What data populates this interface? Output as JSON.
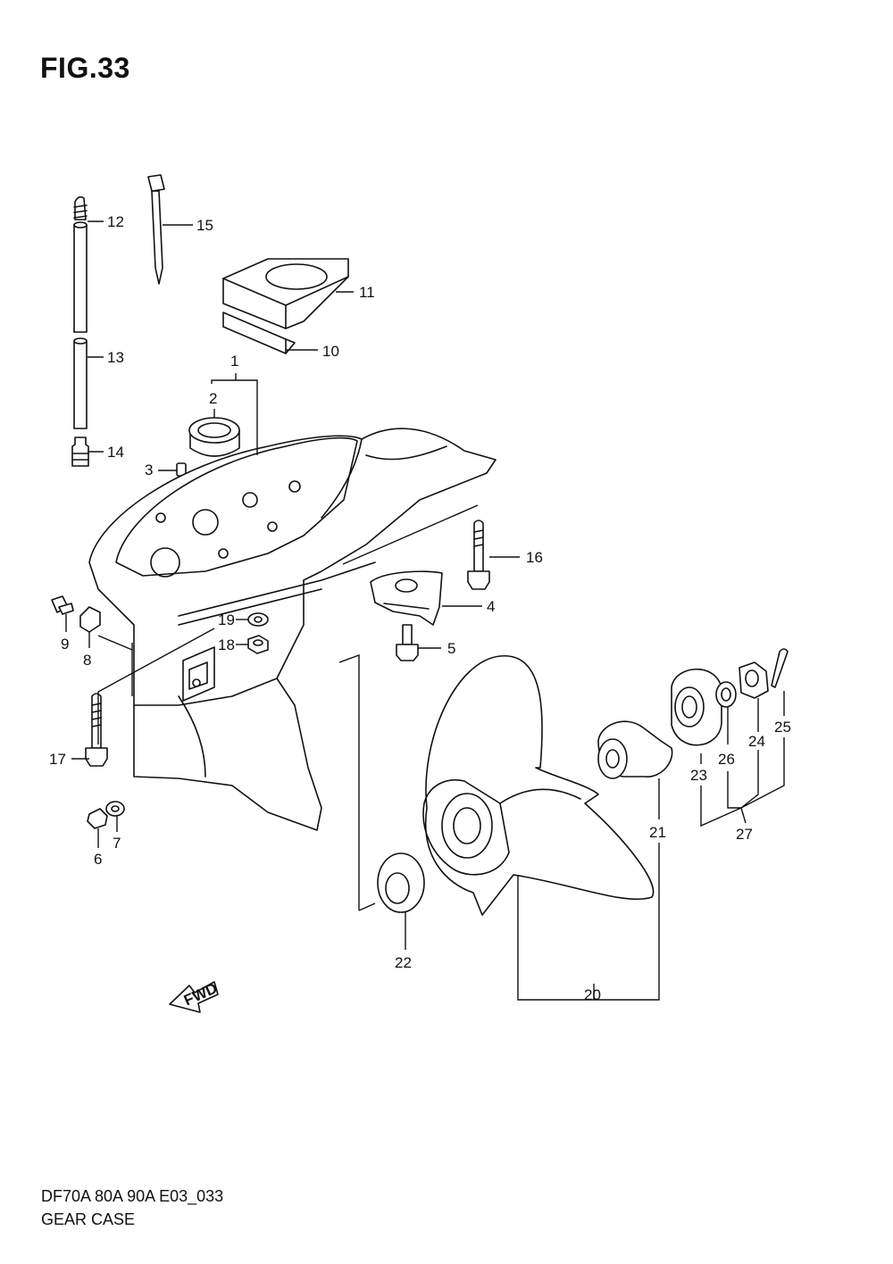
{
  "figure": {
    "title": "FIG.33"
  },
  "footer": {
    "model_code": "DF70A 80A 90A E03_033",
    "part_name": "GEAR CASE"
  },
  "fwd_arrow": {
    "text": "FWD"
  },
  "callouts": [
    {
      "id": "1",
      "text": "1"
    },
    {
      "id": "2",
      "text": "2"
    },
    {
      "id": "3",
      "text": "3"
    },
    {
      "id": "4",
      "text": "4"
    },
    {
      "id": "5",
      "text": "5"
    },
    {
      "id": "6",
      "text": "6"
    },
    {
      "id": "7",
      "text": "7"
    },
    {
      "id": "8",
      "text": "8"
    },
    {
      "id": "9",
      "text": "9"
    },
    {
      "id": "10",
      "text": "10"
    },
    {
      "id": "11",
      "text": "11"
    },
    {
      "id": "12",
      "text": "12"
    },
    {
      "id": "13",
      "text": "13"
    },
    {
      "id": "14",
      "text": "14"
    },
    {
      "id": "15",
      "text": "15"
    },
    {
      "id": "16",
      "text": "16"
    },
    {
      "id": "17",
      "text": "17"
    },
    {
      "id": "18",
      "text": "18"
    },
    {
      "id": "19",
      "text": "19"
    },
    {
      "id": "20",
      "text": "20"
    },
    {
      "id": "21",
      "text": "21"
    },
    {
      "id": "22",
      "text": "22"
    },
    {
      "id": "23",
      "text": "23"
    },
    {
      "id": "24",
      "text": "24"
    },
    {
      "id": "25",
      "text": "25"
    },
    {
      "id": "26",
      "text": "26"
    },
    {
      "id": "27",
      "text": "27"
    }
  ]
}
